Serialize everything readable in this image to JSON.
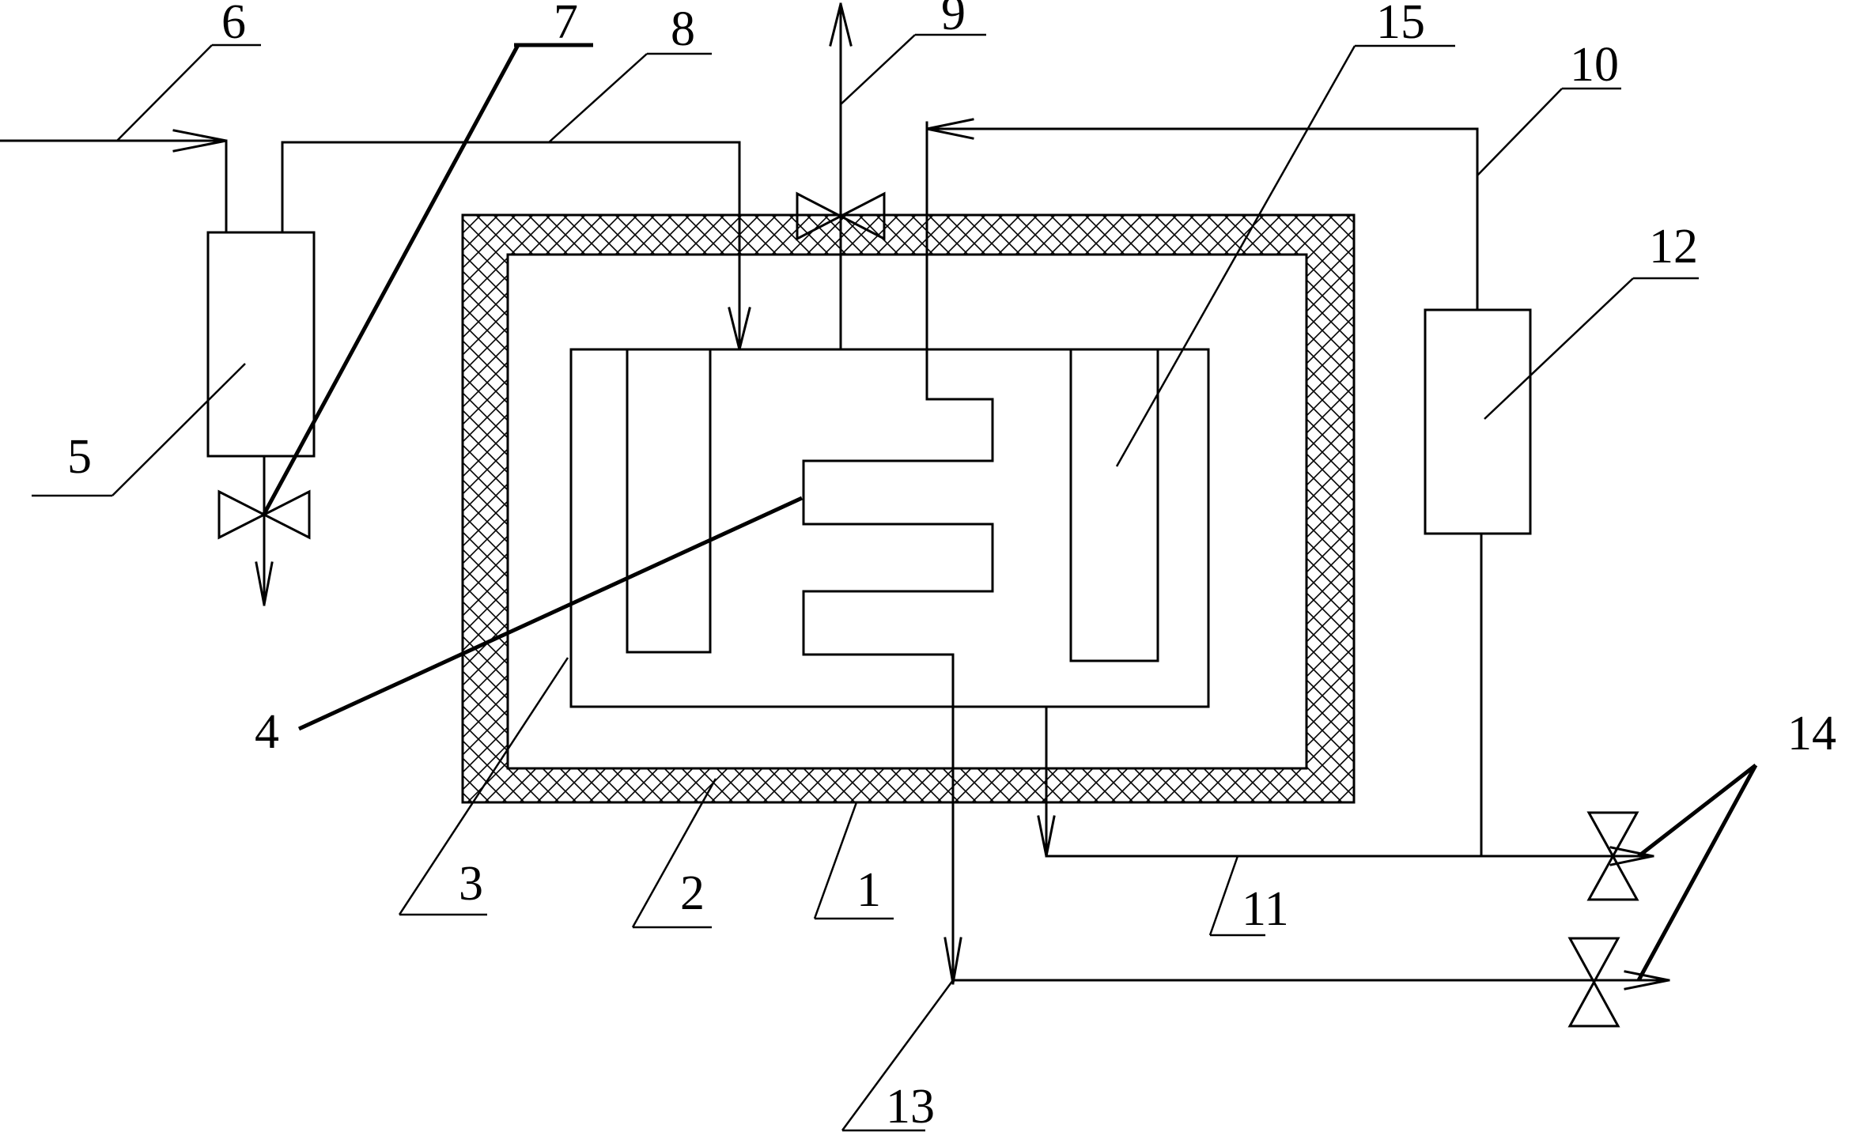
{
  "diagram": {
    "colors": {
      "stroke": "#000000",
      "background": "#ffffff"
    },
    "callouts": {
      "c1": "1",
      "c2": "2",
      "c3": "3",
      "c4": "4",
      "c5": "5",
      "c6": "6",
      "c7": "7",
      "c8": "8",
      "c9": "9",
      "c10": "10",
      "c11": "11",
      "c12": "12",
      "c13": "13",
      "c14": "14",
      "c15": "15"
    }
  }
}
